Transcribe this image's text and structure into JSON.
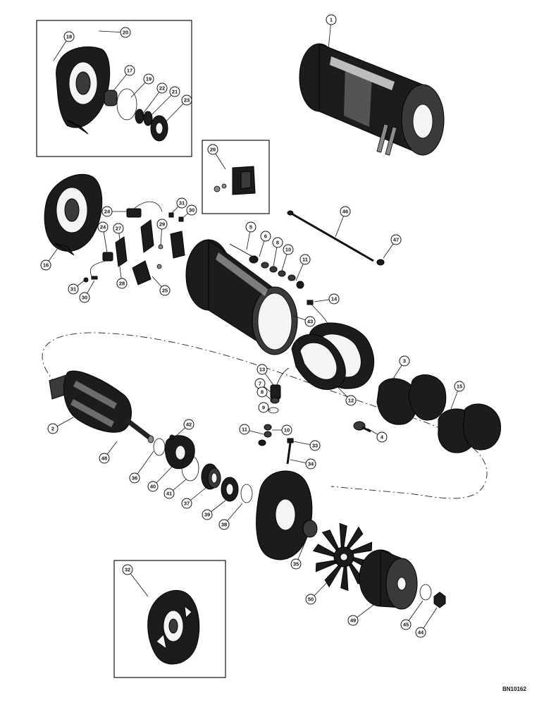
{
  "diagram": {
    "reference_code": "BN10162",
    "callouts": [
      {
        "id": "c1",
        "label": "1"
      },
      {
        "id": "c18",
        "label": "18"
      },
      {
        "id": "c20",
        "label": "20"
      },
      {
        "id": "c17",
        "label": "17"
      },
      {
        "id": "c19",
        "label": "19"
      },
      {
        "id": "c22",
        "label": "22"
      },
      {
        "id": "c21",
        "label": "21"
      },
      {
        "id": "c23",
        "label": "23"
      },
      {
        "id": "c26",
        "label": "26"
      },
      {
        "id": "c24a",
        "label": "24"
      },
      {
        "id": "c31a",
        "label": "31"
      },
      {
        "id": "c30a",
        "label": "30"
      },
      {
        "id": "c29",
        "label": "29"
      },
      {
        "id": "c24b",
        "label": "24"
      },
      {
        "id": "c27",
        "label": "27"
      },
      {
        "id": "c16",
        "label": "16"
      },
      {
        "id": "c31b",
        "label": "31"
      },
      {
        "id": "c30b",
        "label": "30"
      },
      {
        "id": "c28",
        "label": "28"
      },
      {
        "id": "c25",
        "label": "25"
      },
      {
        "id": "c5",
        "label": "5"
      },
      {
        "id": "c6",
        "label": "6"
      },
      {
        "id": "c8a",
        "label": "8"
      },
      {
        "id": "c10a",
        "label": "10"
      },
      {
        "id": "c11a",
        "label": "11"
      },
      {
        "id": "c46",
        "label": "46"
      },
      {
        "id": "c47",
        "label": "47"
      },
      {
        "id": "c14",
        "label": "14"
      },
      {
        "id": "c43",
        "label": "43"
      },
      {
        "id": "c13",
        "label": "13"
      },
      {
        "id": "c7",
        "label": "7"
      },
      {
        "id": "c8b",
        "label": "8"
      },
      {
        "id": "c9",
        "label": "9"
      },
      {
        "id": "c12",
        "label": "12"
      },
      {
        "id": "c3",
        "label": "3"
      },
      {
        "id": "c15",
        "label": "15"
      },
      {
        "id": "c4",
        "label": "4"
      },
      {
        "id": "c2",
        "label": "2"
      },
      {
        "id": "c42",
        "label": "42"
      },
      {
        "id": "c11b",
        "label": "11"
      },
      {
        "id": "c10b",
        "label": "10"
      },
      {
        "id": "c33",
        "label": "33"
      },
      {
        "id": "c34",
        "label": "34"
      },
      {
        "id": "c48",
        "label": "48"
      },
      {
        "id": "c36",
        "label": "36"
      },
      {
        "id": "c40",
        "label": "40"
      },
      {
        "id": "c41",
        "label": "41"
      },
      {
        "id": "c37",
        "label": "37"
      },
      {
        "id": "c39",
        "label": "39"
      },
      {
        "id": "c38",
        "label": "38"
      },
      {
        "id": "c35",
        "label": "35"
      },
      {
        "id": "c50",
        "label": "50"
      },
      {
        "id": "c49",
        "label": "49"
      },
      {
        "id": "c45",
        "label": "45"
      },
      {
        "id": "c44",
        "label": "44"
      },
      {
        "id": "c32",
        "label": "32"
      }
    ]
  }
}
